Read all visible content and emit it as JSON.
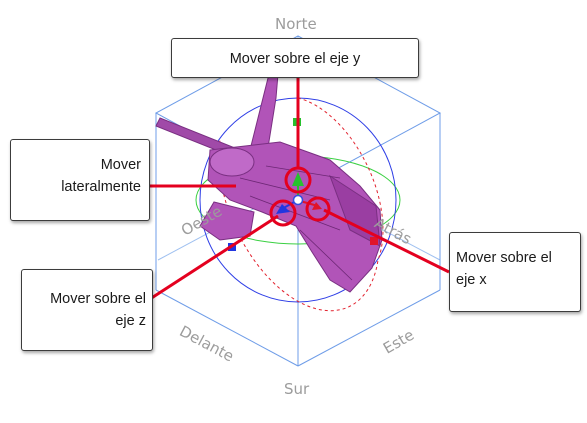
{
  "cube_labels": {
    "north": "Norte",
    "south": "Sur",
    "west": "Oeste",
    "back": "Atrás",
    "front": "Delante",
    "east": "Este"
  },
  "callouts": {
    "move_y": "Mover sobre el eje y",
    "move_lateral_line1": "Mover",
    "move_lateral_line2": "lateralmente",
    "move_z_line1": "Mover sobre el",
    "move_z_line2": "eje z",
    "move_x_line1": "Mover sobre el",
    "move_x_line2": "eje x"
  },
  "icons": {
    "model": "spaceship-model-icon",
    "manipulator": "3d-translate-gizmo-icon"
  },
  "colors": {
    "cube_edge": "#6f9de8",
    "model": "#b154b8",
    "callout_line": "#e4001f",
    "y_axis": "#27c12e",
    "z_axis": "#2236e0",
    "x_axis": "#e0142a"
  }
}
